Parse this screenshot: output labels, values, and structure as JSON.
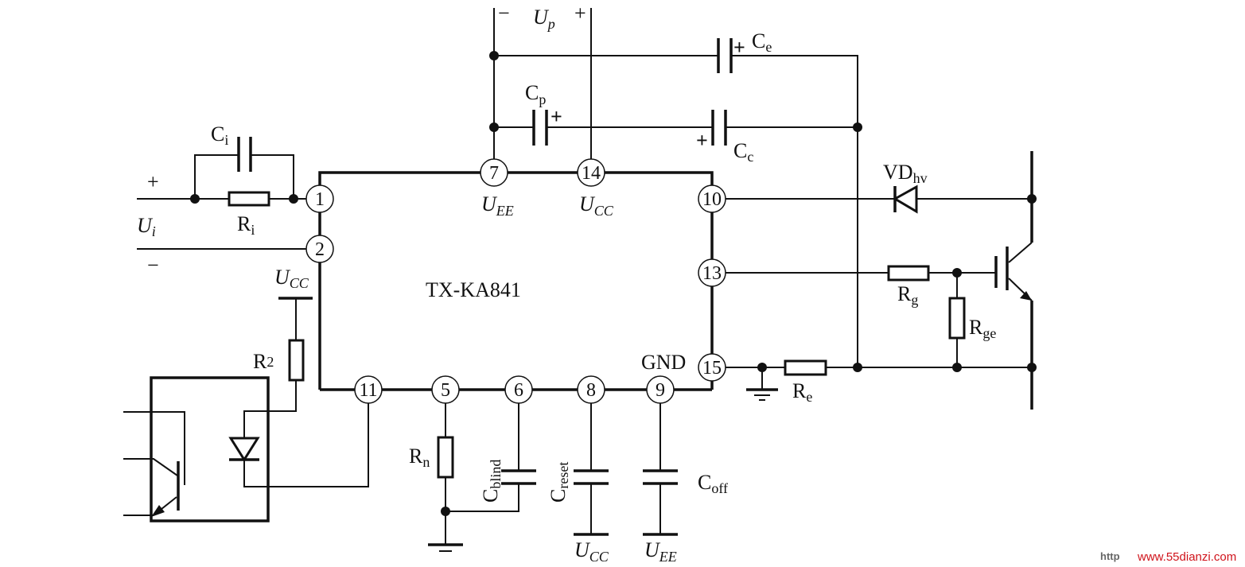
{
  "chip": {
    "name": "TX-KA841"
  },
  "pins": {
    "p1": "1",
    "p2": "2",
    "p7": "7",
    "p14": "14",
    "p10": "10",
    "p13": "13",
    "p15": "15",
    "p11": "11",
    "p5": "5",
    "p6": "6",
    "p8": "8",
    "p9": "9"
  },
  "pin_labels": {
    "uee": {
      "main": "U",
      "sub": "EE"
    },
    "ucc": {
      "main": "U",
      "sub": "CC"
    },
    "gnd": "GND"
  },
  "supply": {
    "minus": "−",
    "main": "U",
    "sub": "p",
    "plus": "+"
  },
  "input": {
    "plus": "+",
    "minus": "−",
    "main": "U",
    "sub": "i"
  },
  "components": {
    "ce": {
      "main": "C",
      "sub": "e",
      "pol": "+"
    },
    "cp": {
      "main": "C",
      "sub": "p",
      "pol": "+"
    },
    "cc": {
      "main": "C",
      "sub": "c",
      "pol": "+"
    },
    "ci": {
      "main": "C",
      "sub": "i"
    },
    "ri": {
      "main": "R",
      "sub": "i"
    },
    "r2": {
      "main": "R",
      "sub": "2"
    },
    "ucc_r2": {
      "main": "U",
      "sub": "CC"
    },
    "rn": {
      "main": "R",
      "sub": "n"
    },
    "cblind": {
      "main": "C",
      "sub": "blind"
    },
    "creset": {
      "main": "C",
      "sub": "reset"
    },
    "coff": {
      "main": "C",
      "sub": "off"
    },
    "ucc_bottom": {
      "main": "U",
      "sub": "CC"
    },
    "uee_bottom": {
      "main": "U",
      "sub": "EE"
    },
    "vdhv": {
      "main": "VD",
      "sub": "hv"
    },
    "rg": {
      "main": "R",
      "sub": "g"
    },
    "rge": {
      "main": "R",
      "sub": "ge"
    },
    "re": {
      "main": "R",
      "sub": "e"
    }
  },
  "watermark": {
    "prefix": "http",
    "site": "www.55dianzi.com"
  },
  "colors": {
    "ink": "#111111",
    "watermark": "#d0131b"
  }
}
